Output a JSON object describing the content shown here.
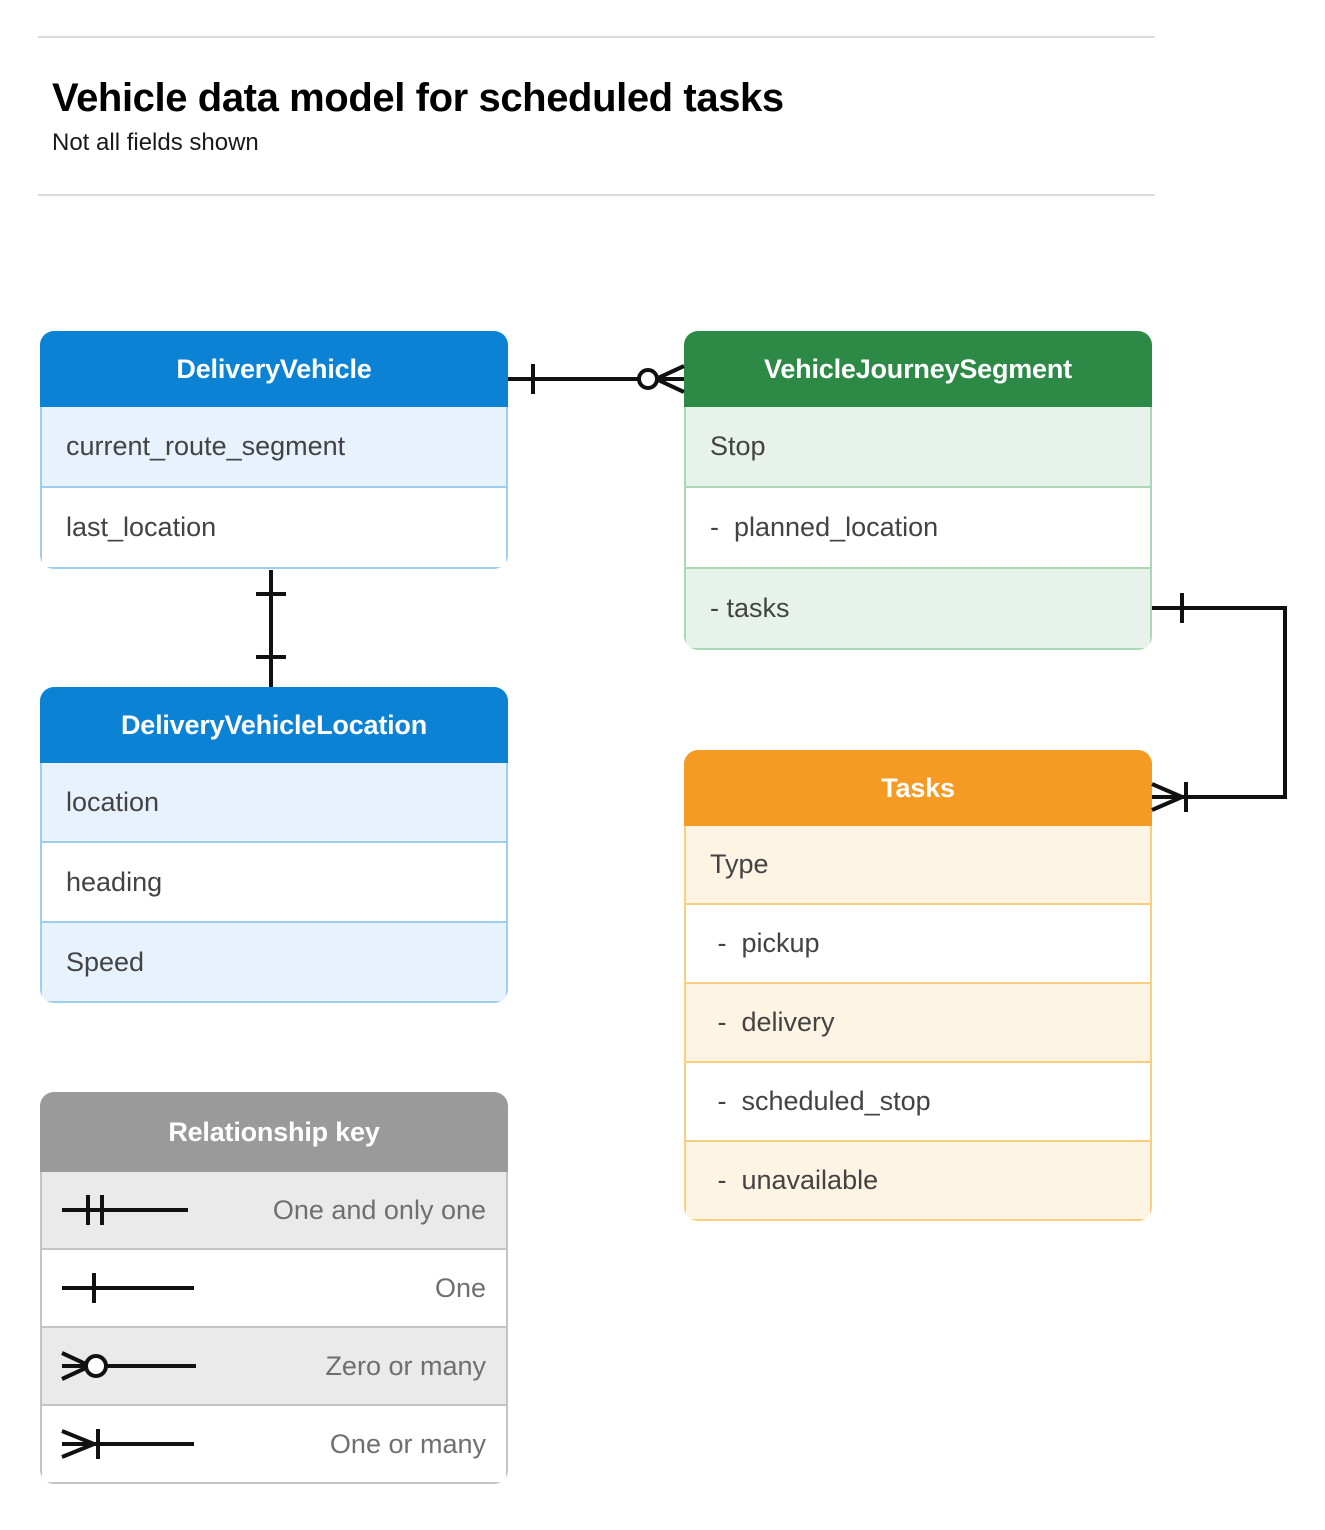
{
  "header": {
    "title": "Vehicle data model for scheduled tasks",
    "subtitle": "Not all fields shown"
  },
  "colors": {
    "blue_header": "#0b82d4",
    "blue_row_alt": "#e8f2fc",
    "blue_border": "#9dcdf0",
    "green_header": "#2d8a46",
    "green_row_alt": "#e7f3ea",
    "green_border": "#a8d8b4",
    "orange_header": "#f59a23",
    "orange_row_alt": "#fdf4e4",
    "orange_border": "#fbcd7e",
    "gray_header": "#9a9a9a",
    "gray_row_alt": "#eaeaea",
    "gray_border": "#c4c4c4",
    "connector": "#000000",
    "text": "#434343"
  },
  "entities": [
    {
      "id": "delivery-vehicle",
      "name": "DeliveryVehicle",
      "theme": "blue",
      "rows": [
        "current_route_segment",
        "last_location"
      ]
    },
    {
      "id": "vehicle-journey-segment",
      "name": "VehicleJourneySegment",
      "theme": "green",
      "rows": [
        "Stop",
        "-  planned_location",
        "- tasks"
      ]
    },
    {
      "id": "delivery-vehicle-location",
      "name": "DeliveryVehicleLocation",
      "theme": "blue",
      "rows": [
        "location",
        "heading",
        "Speed"
      ]
    },
    {
      "id": "tasks",
      "name": "Tasks",
      "theme": "orange",
      "rows": [
        "Type",
        " -  pickup",
        " -  delivery",
        " -  scheduled_stop",
        " -  unavailable"
      ]
    }
  ],
  "legend": {
    "title": "Relationship key",
    "rows": [
      {
        "symbol": "one-and-only-one-icon",
        "label": "One and only one"
      },
      {
        "symbol": "one-icon",
        "label": "One"
      },
      {
        "symbol": "zero-or-many-icon",
        "label": "Zero or many"
      },
      {
        "symbol": "one-or-many-icon",
        "label": "One or many"
      }
    ]
  },
  "relationships": [
    {
      "id": "vehicle-to-journey-segment",
      "from": "DeliveryVehicle",
      "to": "VehicleJourneySegment",
      "from_cardinality": "One",
      "to_cardinality": "Zero or many"
    },
    {
      "id": "vehicle-to-location",
      "from": "DeliveryVehicle",
      "to": "DeliveryVehicleLocation",
      "from_cardinality": "One",
      "to_cardinality": "One"
    },
    {
      "id": "journey-segment-tasks-to-tasks",
      "from": "VehicleJourneySegment",
      "to": "Tasks",
      "from_cardinality": "One",
      "to_cardinality": "One or many"
    }
  ]
}
